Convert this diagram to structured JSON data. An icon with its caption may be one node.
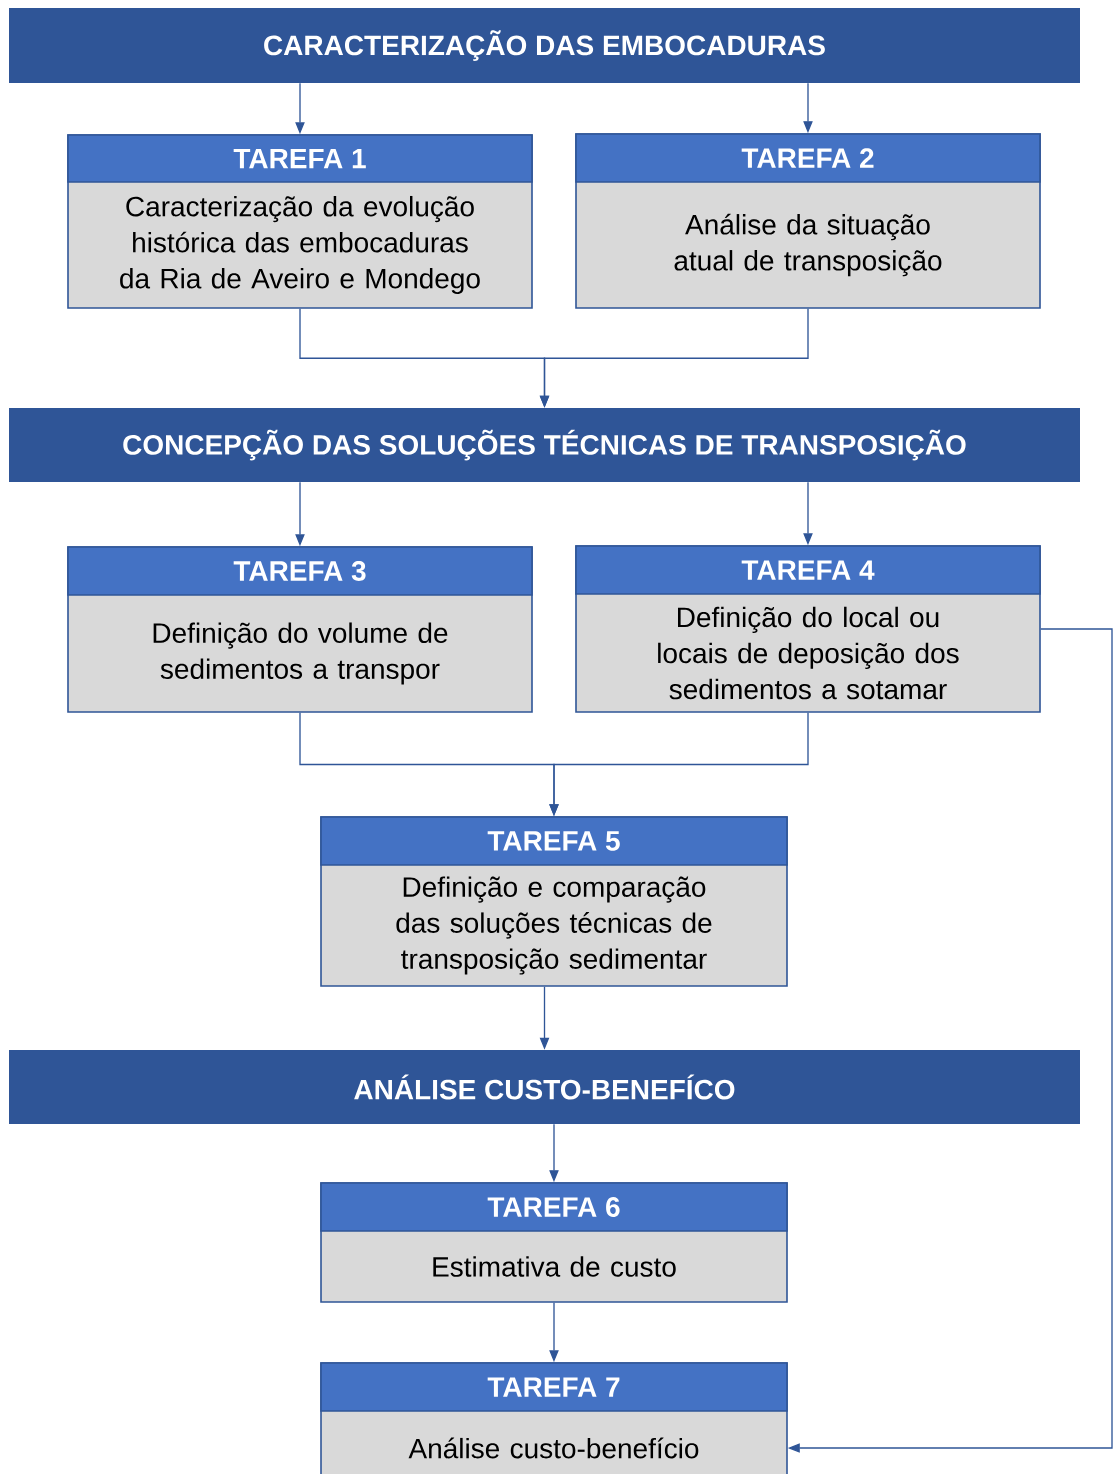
{
  "diagram": {
    "nodes": [
      {
        "text": [
          "CARACTERIZAÇÃO DAS EMBOCADURAS"
        ]
      },
      {
        "text": [
          "TAREFA 1",
          "Caracterização da evolução histórica das embocaduras da Ria de Aveiro e Mondego"
        ]
      },
      {
        "text": [
          "TAREFA 2",
          "Análise da situação atual de transposição"
        ]
      },
      {
        "text": [
          "CONCEPÇÃO DAS SOLUÇÕES TÉCNICAS DE TRANSPOSIÇÃO"
        ]
      },
      {
        "text": [
          "TAREFA 3",
          "Definição do volume de sedimentos a transpor"
        ]
      },
      {
        "text": [
          "TAREFA 4",
          "Definição do local ou locais de deposição dos sedimentos a sotamar"
        ]
      },
      {
        "text": [
          "TAREFA 5",
          "Definição e comparação das soluções técnicas de transposição sedimentar"
        ]
      },
      {
        "text": [
          "ANÁLISE CUSTO-BENEFÍCO"
        ]
      },
      {
        "text": [
          "TAREFA 6",
          "Estimativa de custo"
        ]
      },
      {
        "text": [
          "TAREFA 7",
          "Análise custo-benefício"
        ]
      }
    ],
    "edges": [
      {
        "from": 0,
        "to": 1,
        "arrow": "to"
      },
      {
        "from": 0,
        "to": 2,
        "arrow": "to"
      },
      {
        "from": 1,
        "to": 3,
        "arrow": "to"
      },
      {
        "from": 2,
        "to": 3,
        "arrow": "to"
      },
      {
        "from": 3,
        "to": 4,
        "arrow": "to"
      },
      {
        "from": 3,
        "to": 5,
        "arrow": "to"
      },
      {
        "from": 4,
        "to": 6,
        "arrow": "to"
      },
      {
        "from": 5,
        "to": 6,
        "arrow": "to"
      },
      {
        "from": 6,
        "to": 7,
        "arrow": "to"
      },
      {
        "from": 7,
        "to": 8,
        "arrow": "to"
      },
      {
        "from": 8,
        "to": 9,
        "arrow": "to"
      },
      {
        "from": 5,
        "to": 9,
        "arrow": "to"
      }
    ]
  }
}
